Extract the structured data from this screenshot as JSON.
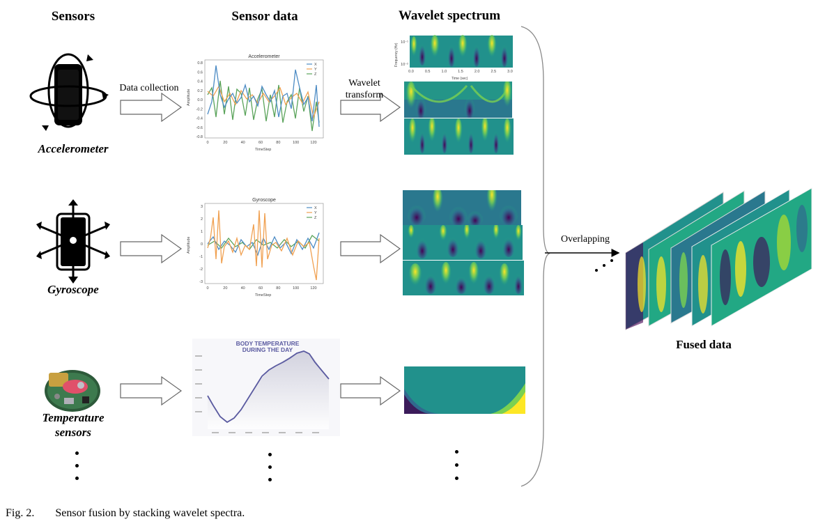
{
  "headers": {
    "sensors": "Sensors",
    "sensor_data": "Sensor data",
    "wavelet_spectrum": "Wavelet spectrum"
  },
  "sensors": {
    "accelerometer": "Accelerometer",
    "gyroscope": "Gyroscope",
    "temperature_line1": "Temperature",
    "temperature_line2": "sensors"
  },
  "arrows": {
    "data_collection": "Data collection",
    "wavelet_line1": "Wavelet",
    "wavelet_line2": "transform",
    "overlapping": "Overlapping"
  },
  "plots": {
    "accel_title": "Accelerometer",
    "gyro_title": "Gyroscope",
    "temp_title_line1": "BODY TEMPERATURE",
    "temp_title_line2": "DURING THE DAY",
    "xlabel": "TimeStep",
    "ylabel": "Amplitude",
    "legend": [
      "X",
      "Y",
      "Z"
    ],
    "accel_yticks": [
      "0.8",
      "0.6",
      "0.4",
      "0.2",
      "0.0",
      "-0.2",
      "-0.4",
      "-0.6",
      "-0.8"
    ],
    "gyro_yticks": [
      "3",
      "2",
      "1",
      "0",
      "-1",
      "-2",
      "-3"
    ],
    "xticks": [
      "0",
      "20",
      "40",
      "60",
      "80",
      "100",
      "120"
    ],
    "spectrum_ylabel": "Frequency (Hz)",
    "spectrum_xlabel": "Time (sec)",
    "spectrum_xticks": [
      "0.0",
      "0.5",
      "1.0",
      "1.5",
      "2.0",
      "2.5",
      "3.0"
    ],
    "spectrum_yticks": [
      "10⁻¹",
      "10⁻²"
    ]
  },
  "fused": {
    "label": "Fused data"
  },
  "caption": {
    "fig": "Fig. 2.",
    "text": "Sensor fusion by stacking wavelet spectra."
  },
  "colors": {
    "x_series": "#4c8bc4",
    "y_series": "#f0a050",
    "z_series": "#5aa35a",
    "temp_line": "#5a5aa0",
    "viridis_dark": "#3b1b5a",
    "viridis_mid": "#21918c",
    "viridis_yellow": "#e5e419"
  }
}
